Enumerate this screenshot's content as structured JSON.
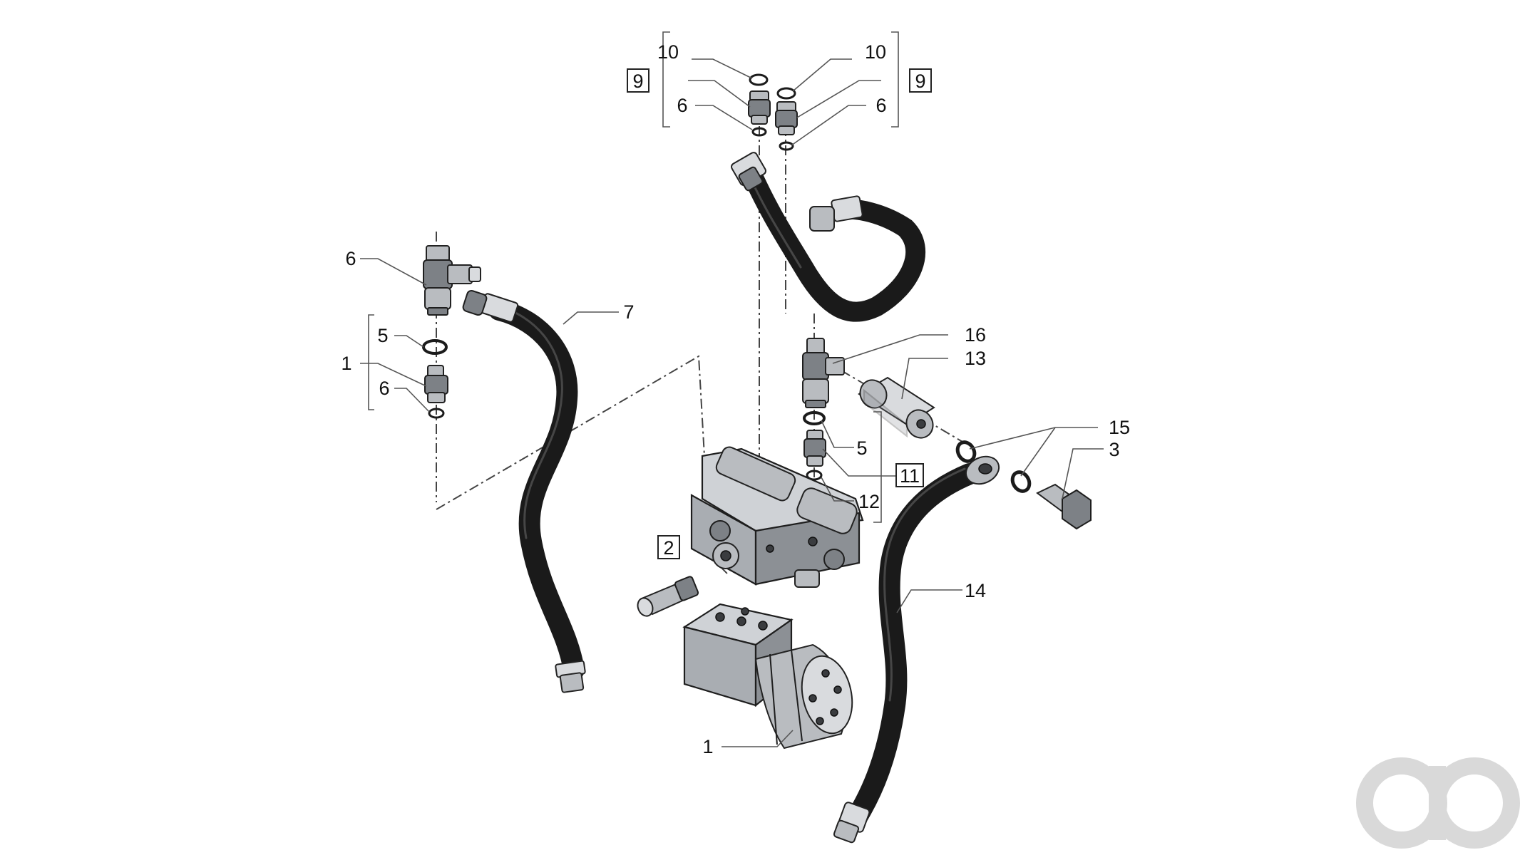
{
  "diagram": {
    "callouts": [
      {
        "id": "c-10-left",
        "text": "10",
        "boxed": false
      },
      {
        "id": "c-10-right",
        "text": "10",
        "boxed": false
      },
      {
        "id": "c-9-left",
        "text": "9",
        "boxed": true
      },
      {
        "id": "c-9-right",
        "text": "9",
        "boxed": true
      },
      {
        "id": "c-6-top-left",
        "text": "6",
        "boxed": false
      },
      {
        "id": "c-6-top-right",
        "text": "6",
        "boxed": false
      },
      {
        "id": "c-6-tee",
        "text": "6",
        "boxed": false
      },
      {
        "id": "c-7",
        "text": "7",
        "boxed": false
      },
      {
        "id": "c-5-left",
        "text": "5",
        "boxed": false
      },
      {
        "id": "c-1-bracket",
        "text": "1",
        "boxed": false
      },
      {
        "id": "c-6-left-lower",
        "text": "6",
        "boxed": false
      },
      {
        "id": "c-16",
        "text": "16",
        "boxed": false
      },
      {
        "id": "c-13",
        "text": "13",
        "boxed": false
      },
      {
        "id": "c-15",
        "text": "15",
        "boxed": false
      },
      {
        "id": "c-3",
        "text": "3",
        "boxed": false
      },
      {
        "id": "c-5-right",
        "text": "5",
        "boxed": false
      },
      {
        "id": "c-11",
        "text": "11",
        "boxed": true
      },
      {
        "id": "c-12",
        "text": "12",
        "boxed": false
      },
      {
        "id": "c-2",
        "text": "2",
        "boxed": true
      },
      {
        "id": "c-14",
        "text": "14",
        "boxed": false
      },
      {
        "id": "c-1-bottom",
        "text": "1",
        "boxed": false
      }
    ]
  },
  "watermark": {
    "logo_text": "ao",
    "color": "#d9d9d9"
  },
  "colors": {
    "hose": "#1a1a1a",
    "metal": "#b9bcc0",
    "line": "#444444"
  }
}
